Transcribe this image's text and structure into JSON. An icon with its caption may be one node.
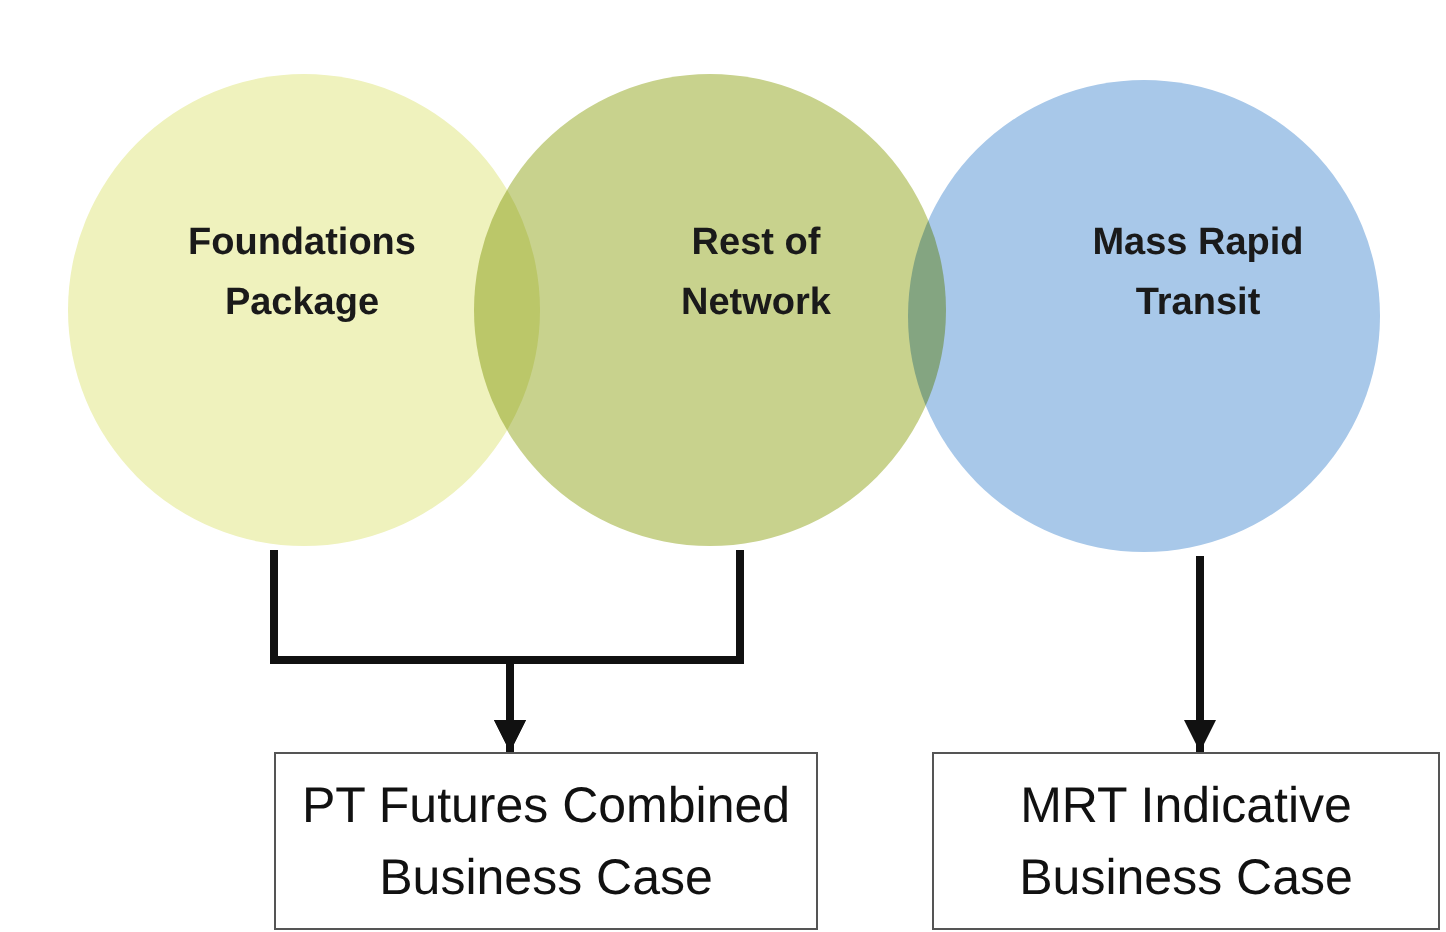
{
  "diagram": {
    "nodes": [
      {
        "text": [
          "Foundations Package"
        ]
      },
      {
        "text": [
          "Rest of Network"
        ]
      },
      {
        "text": [
          "Mass Rapid Transit"
        ]
      },
      {
        "text": [
          "PT Futures Combined Business Case"
        ]
      },
      {
        "text": [
          "MRT Indicative Business Case"
        ]
      }
    ],
    "edges": [
      {
        "from": 0,
        "to": 3,
        "arrow": "to"
      },
      {
        "from": 1,
        "to": 3,
        "arrow": "to"
      },
      {
        "from": 2,
        "to": 4,
        "arrow": "to"
      }
    ]
  }
}
